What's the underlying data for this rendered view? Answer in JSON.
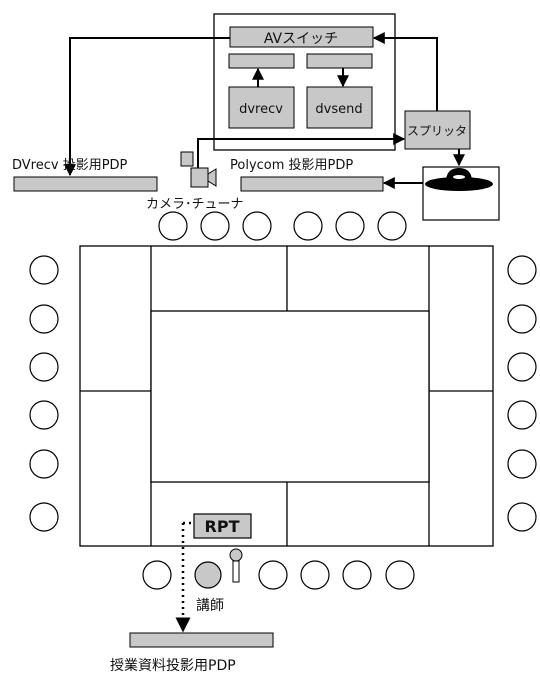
{
  "equipment": {
    "av_switch": "AVスイッチ",
    "dvrecv": "dvrecv",
    "dvsend": "dvsend",
    "splitter": "スプリッタ",
    "camera": "カメラ･チューナ"
  },
  "displays": {
    "dvrecv_pdp": "DVrecv 投影用PDP",
    "polycom_pdp": "Polycom 投影用PDP",
    "lecture_pdp": "授業資料投影用PDP"
  },
  "room": {
    "rpt": "RPT",
    "lecturer": "講師"
  },
  "colors": {
    "box_fill": "#c8c8c8",
    "line": "#000000",
    "background": "#ffffff"
  },
  "icons": {
    "camera": "camera-icon",
    "polycom": "polycom-device-icon",
    "microphone": "microphone-icon",
    "lecturer": "lecturer-icon"
  },
  "seats": {
    "top_count": 6,
    "bottom_count": 6,
    "left_count": 6,
    "right_count": 6
  }
}
